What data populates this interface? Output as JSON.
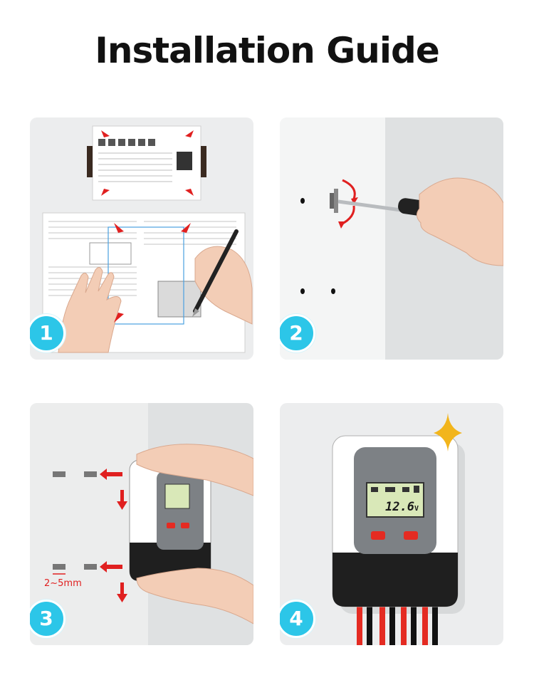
{
  "title": "Installation Guide",
  "steps": [
    {
      "number": "1"
    },
    {
      "number": "2"
    },
    {
      "number": "3",
      "gap_label": "2~5mm"
    },
    {
      "number": "4",
      "display_value": "12.6",
      "display_unit": "V"
    }
  ],
  "colors": {
    "badge": "#2cc6e8",
    "arrow": "#e02020",
    "panel_bg": "#ecedee",
    "device_gray": "#7d8185",
    "device_black": "#1f1f1f",
    "button_red": "#e42b22",
    "lcd": "#d9e8b8",
    "sparkle": "#f2b51c"
  }
}
